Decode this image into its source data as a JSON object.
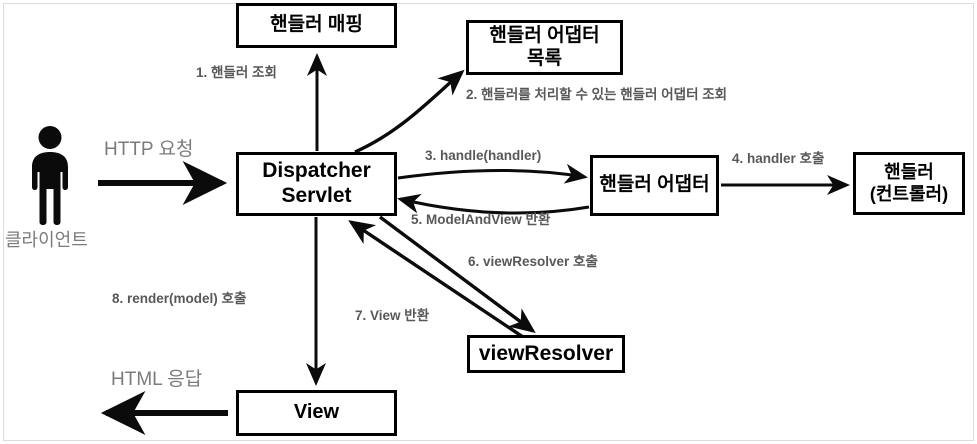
{
  "diagram": {
    "title": "Spring MVC DispatcherServlet request flow",
    "frame_color": "#dcdcdc",
    "node_border_color": "#000000",
    "edge_label_color": "#58585a",
    "plain_label_color": "#7b7b7d",
    "actor": {
      "icon": "person-icon",
      "label": "클라이언트"
    },
    "nodes": [
      {
        "id": "handler-mapping",
        "label": "핸들러 매핑"
      },
      {
        "id": "handler-adapter-list",
        "label": "핸들러 어댑터\n목록"
      },
      {
        "id": "dispatcher-servlet",
        "label": "Dispatcher\nServlet"
      },
      {
        "id": "handler-adapter",
        "label": "핸들러 어댑터"
      },
      {
        "id": "handler-controller",
        "label": "핸들러\n(컨트롤러)"
      },
      {
        "id": "view-resolver",
        "label": "viewResolver"
      },
      {
        "id": "view",
        "label": "View"
      }
    ],
    "edge_labels": [
      {
        "id": "http-request",
        "text": "HTTP 요청"
      },
      {
        "id": "step-1",
        "text": "1. 핸들러 조회"
      },
      {
        "id": "step-2",
        "text": "2. 핸들러를 처리할 수 있는 핸들러 어댑터 조회"
      },
      {
        "id": "step-3",
        "text": "3. handle(handler)"
      },
      {
        "id": "step-4",
        "text": "4. handler 호출"
      },
      {
        "id": "step-5",
        "text": "5. ModelAndView 반환"
      },
      {
        "id": "step-6",
        "text": "6. viewResolver 호출"
      },
      {
        "id": "step-7",
        "text": "7. View 반환"
      },
      {
        "id": "step-8",
        "text": "8. render(model) 호출"
      },
      {
        "id": "http-response",
        "text": "HTML 응답"
      }
    ]
  }
}
